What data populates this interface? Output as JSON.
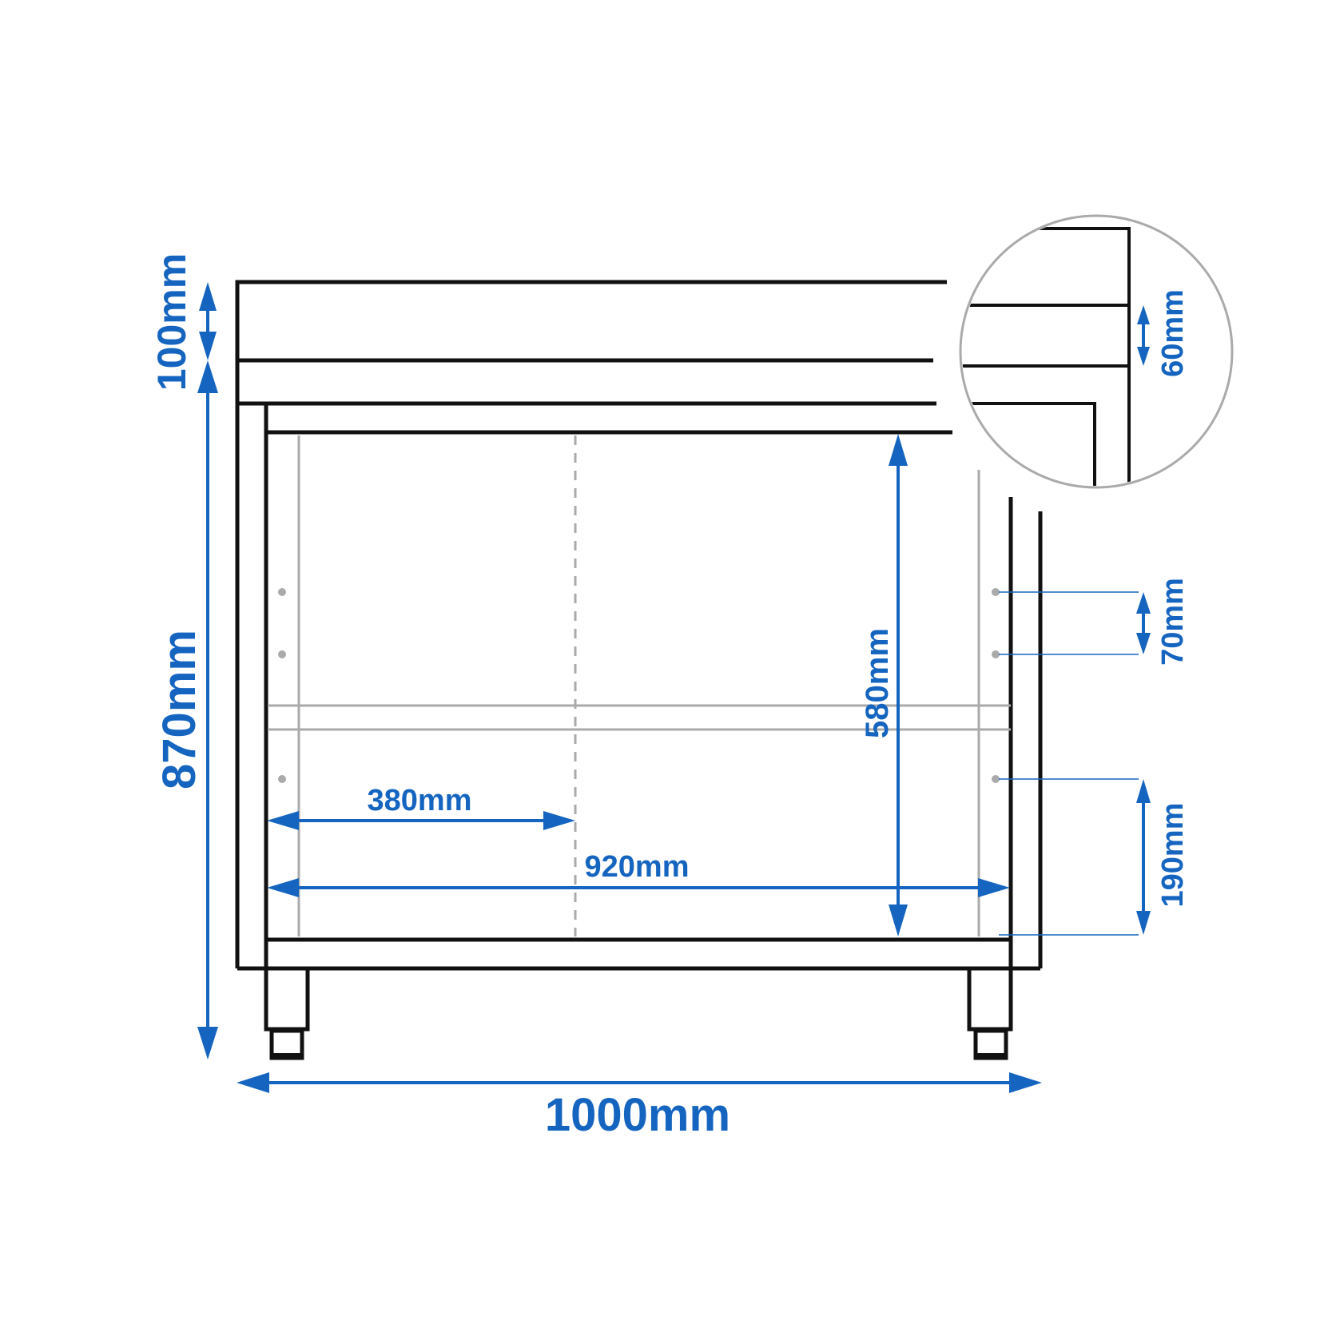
{
  "colors": {
    "accent": "#1565c0",
    "outline": "#111111",
    "inner": "#aaaaaa",
    "background": "#ffffff"
  },
  "dimensions": {
    "backsplash_height": "100mm",
    "total_height": "870mm",
    "total_width": "1000mm",
    "inner_width": "920mm",
    "half_width": "380mm",
    "inner_height": "580mm",
    "detail_height": "60mm",
    "shelf_step": "70mm",
    "shelf_bottom": "190mm"
  }
}
